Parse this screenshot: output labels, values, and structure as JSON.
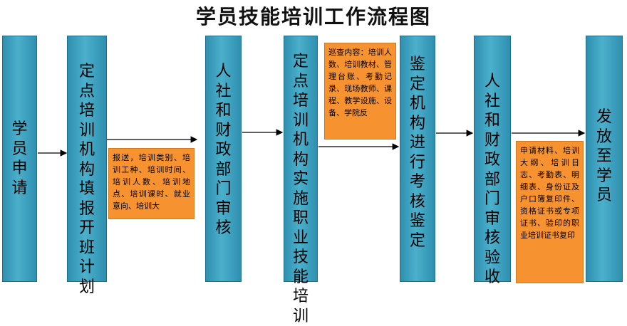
{
  "title": "学员技能培训工作流程图",
  "steps": [
    "学员申请",
    "定点培训机构填报开班计划",
    "人社和财政部门审核",
    "定点培训机构实施职业技能培训",
    "鉴定机构进行考核鉴定",
    "人社和财政部门审核验收",
    "发放至学员"
  ],
  "notes": {
    "submit": "报送，培训类别、培训工种、培训时间、培训人数、培训地点、培训课时、就业意向、培训大",
    "inspect": "巡查内容：培训人数、培训教材、管理台账、考勤记录、现场教师、课程、教学设施、设备、学院反",
    "materials": "申请材料、培训大纲、培训日志、考勤表、明细表、身份证及户口簿复印件、资格证书或专项证书、验印的职业培训证书复印"
  },
  "colors": {
    "box": "#3aa3c2",
    "note": "#f6922f"
  }
}
